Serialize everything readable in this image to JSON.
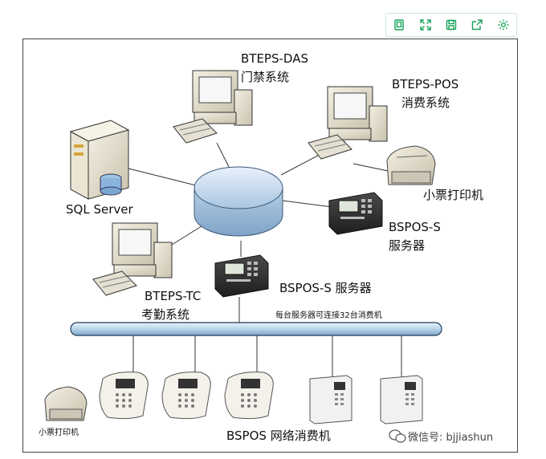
{
  "toolbar": {
    "icons": [
      "copy-icon",
      "fullscreen-icon",
      "save-icon",
      "share-icon",
      "settings-icon"
    ]
  },
  "nodes": {
    "das": {
      "line1": "BTEPS-DAS",
      "line2": "门禁系统"
    },
    "pos": {
      "line1": "BTEPS-POS",
      "line2": "消费系统"
    },
    "sql": {
      "label": "SQL Server"
    },
    "printer_top": {
      "label": "小票打印机"
    },
    "bspos_right": {
      "line1": "BSPOS-S",
      "line2": "服务器"
    },
    "tc": {
      "line1": "BTEPS-TC",
      "line2": "考勤系统"
    },
    "bspos_center": {
      "label": "BSPOS-S 服务器"
    },
    "bus_note": {
      "label": "每台服务器可连接32台消费机"
    },
    "printer_bottom": {
      "label": "小票打印机"
    },
    "terminals": {
      "label": "BSPOS 网络消费机"
    }
  },
  "watermark": {
    "label": "微信号: bjjiashun"
  },
  "colors": {
    "accent": "#17a35a",
    "bus": "#b8d4ea",
    "hub": "#c9dcee"
  }
}
